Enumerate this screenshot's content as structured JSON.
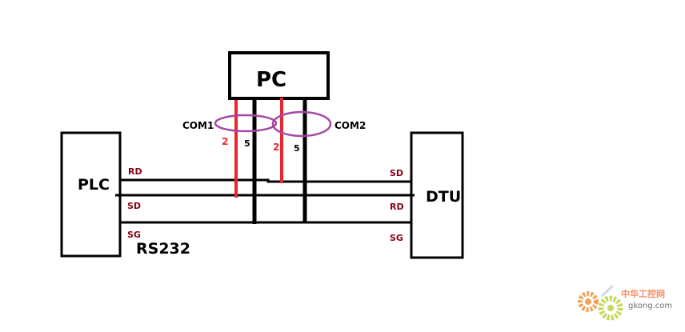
{
  "devices": {
    "pc": "PC",
    "plc": "PLC",
    "dtu": "DTU"
  },
  "ports": {
    "com1": "COM1",
    "com2": "COM2"
  },
  "pins": {
    "com1_pin_a": "2",
    "com1_pin_b": "5",
    "com2_pin_a": "2",
    "com2_pin_b": "5"
  },
  "plc_signals": {
    "rd": "RD",
    "sd": "SD",
    "sg": "SG"
  },
  "dtu_signals": {
    "sd": "SD",
    "rd": "RD",
    "sg": "SG"
  },
  "protocol": "RS232",
  "watermark": {
    "cn": "中华工控网",
    "domain": "gkong.com"
  },
  "colors": {
    "wire": "#000000",
    "red_wire": "#e8262e",
    "port_ring": "#a349a4",
    "signal_label": "#880015"
  }
}
